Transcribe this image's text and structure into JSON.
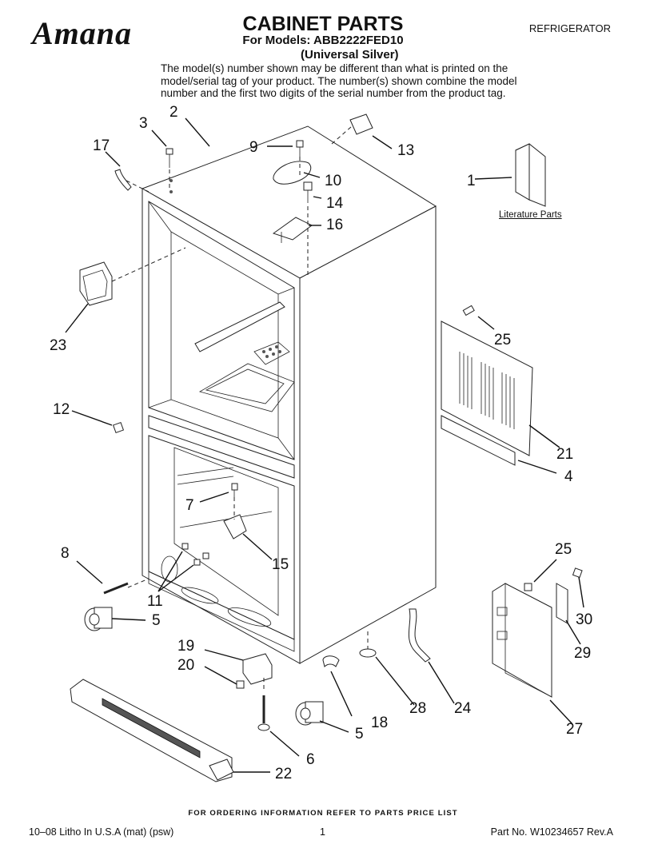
{
  "header": {
    "brand": "Amana",
    "title": "CABINET PARTS",
    "models_line": "For Models: ABB2222FED10",
    "variant_line": "(Universal Silver)",
    "category": "REFRIGERATOR",
    "note": "The model(s) number shown may be different than what is printed on the model/serial tag of your product. The number(s) shown combine the model number and the first two digits of the serial number from the product tag."
  },
  "diagram": {
    "literature_label": "Literature Parts",
    "callouts": [
      "1",
      "2",
      "3",
      "4",
      "5",
      "5",
      "6",
      "7",
      "8",
      "9",
      "10",
      "11",
      "12",
      "13",
      "14",
      "15",
      "16",
      "17",
      "18",
      "19",
      "20",
      "21",
      "22",
      "23",
      "24",
      "25",
      "25",
      "27",
      "28",
      "29",
      "30"
    ]
  },
  "footer": {
    "ordering": "FOR ORDERING INFORMATION REFER TO PARTS PRICE LIST",
    "litho": "10–08 Litho In U.S.A (mat) (psw)",
    "page": "1",
    "part_no": "Part No. W10234657 Rev.A"
  }
}
